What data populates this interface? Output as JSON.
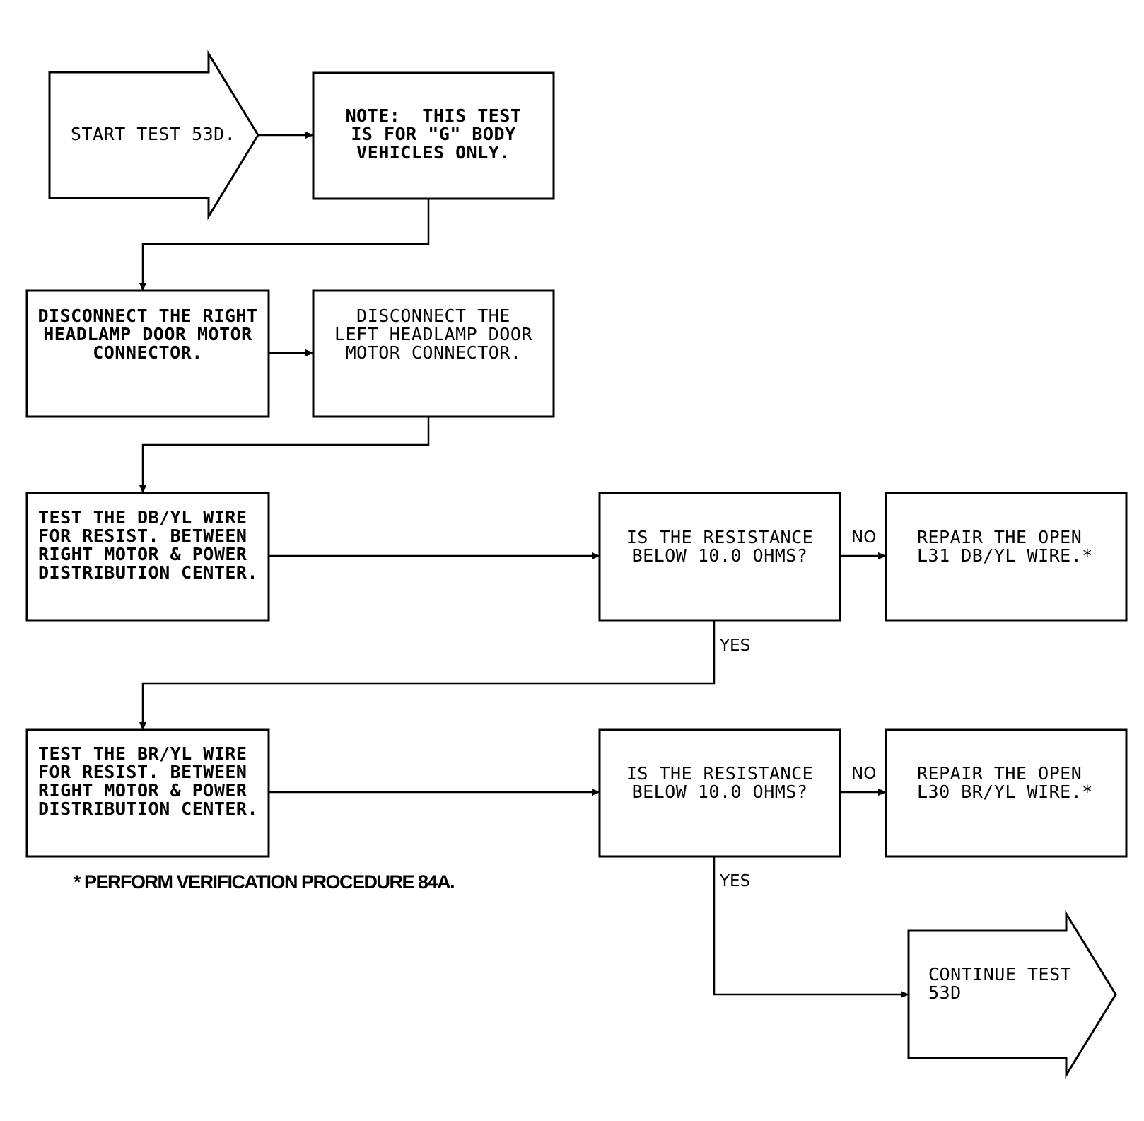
{
  "nodes": {
    "start": "START TEST 53D.",
    "note": "NOTE:  THIS TEST\nIS FOR \"G\" BODY\nVEHICLES ONLY.",
    "disconnect_right": "DISCONNECT THE RIGHT\nHEADLAMP DOOR MOTOR\nCONNECTOR.",
    "disconnect_left": "DISCONNECT THE\nLEFT HEADLAMP DOOR\nMOTOR CONNECTOR.",
    "test_dbyl": "TEST THE DB/YL WIRE\nFOR RESIST. BETWEEN\nRIGHT MOTOR & POWER\nDISTRIBUTION CENTER.",
    "question_1": "IS THE RESISTANCE\nBELOW 10.0 OHMS?",
    "repair_l31": "REPAIR THE OPEN\nL31 DB/YL WIRE.*",
    "test_bryl": "TEST THE BR/YL WIRE\nFOR RESIST. BETWEEN\nRIGHT MOTOR & POWER\nDISTRIBUTION CENTER.",
    "question_2": "IS THE RESISTANCE\nBELOW 10.0 OHMS?",
    "repair_l30": "REPAIR THE OPEN\nL30 BR/YL WIRE.*",
    "continue": "CONTINUE TEST\n53D"
  },
  "edges": {
    "q1_no": "NO",
    "q1_yes": "YES",
    "q2_no": "NO",
    "q2_yes": "YES"
  },
  "footnote": "* PERFORM VERIFICATION PROCEDURE 84A."
}
